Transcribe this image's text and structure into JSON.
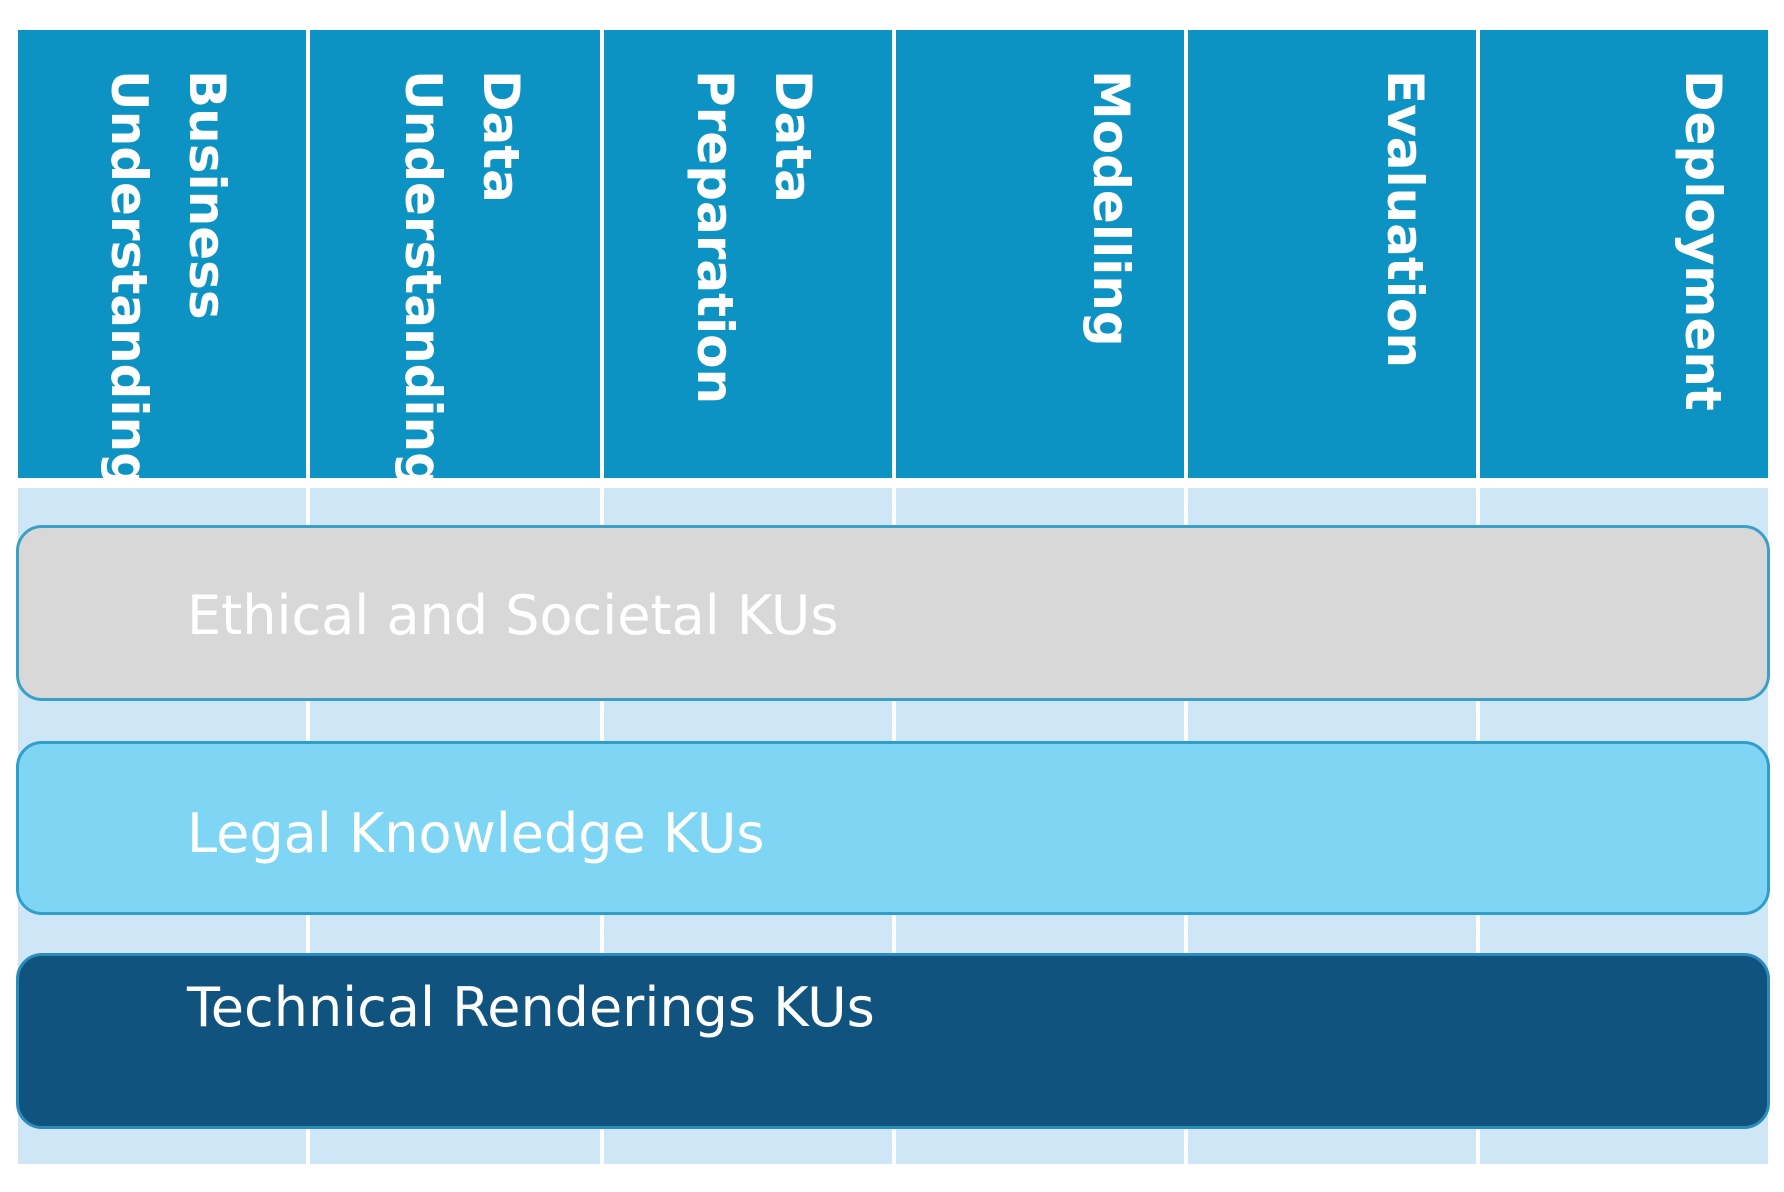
{
  "phases": [
    {
      "label": "Business\nUnderstanding"
    },
    {
      "label": "Data\nUnderstanding"
    },
    {
      "label": "Data\nPreparation"
    },
    {
      "label": "Modelling"
    },
    {
      "label": "Evaluation"
    },
    {
      "label": "Deployment"
    }
  ],
  "knowledge_units": [
    {
      "label": "Ethical and Societal KUs",
      "color": "#d8d8d8"
    },
    {
      "label": "Legal Knowledge KUs",
      "color": "#7fd5f4"
    },
    {
      "label": "Technical Renderings KUs",
      "color": "#10537f"
    }
  ],
  "colors": {
    "header": "#0d93c3",
    "body": "#cfe6f7"
  }
}
